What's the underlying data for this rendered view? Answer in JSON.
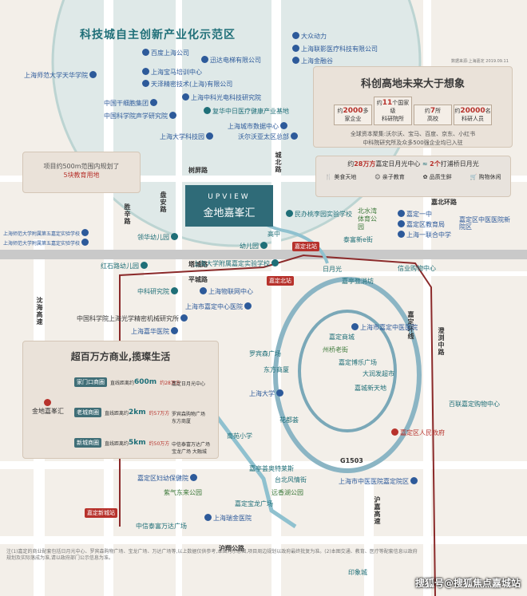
{
  "zone": {
    "title": "科技城自主创新产业化示范区",
    "companies": [
      "百度上海公司",
      "迅达电梯有限公司",
      "上海宝马培训中心",
      "天泽精密技术(上海)有限公司",
      "上海中科光电科技研究院",
      "中国干细胞集团",
      "复华中日医疗健康产业基地",
      "中国科学院声学研究院",
      "上海城市数据中心",
      "上海大学科技园",
      "沃尔沃亚太区总部",
      "大众动力",
      "上海联影医疗科技有限公司",
      "上海金融谷",
      "上海师范大学天华学院"
    ]
  },
  "science_card": {
    "title": "科创高地未来大于想象",
    "source_note": "数据来源:上海嘉定 2019.09.11",
    "stats": [
      {
        "pre": "约",
        "num": "2000",
        "post": "多",
        "label": "家企业"
      },
      {
        "pre": "约",
        "num": "11",
        "post": "个国家级",
        "label": "科研院所"
      },
      {
        "pre": "约",
        "num": "7",
        "post": "所",
        "label": "高校"
      },
      {
        "pre": "约",
        "num": "20000",
        "post": "名",
        "label": "科研人员"
      }
    ],
    "line1": "全球资本聚集:沃尔沃、宝马、百度、京东、小红书",
    "line2": "中科院研究所及众多500强企业均已入驻"
  },
  "edu_card": {
    "line1": "项目约500m范围内规划了",
    "line2": "5块教育用地"
  },
  "mall_card": {
    "title_pre": "约",
    "title_num": "28万方",
    "title_post": "嘉定日月光中心",
    "count": "2个",
    "count_post": "打浦桥日月光",
    "features": [
      "美食天地",
      "亲子教育",
      "品质生鲜",
      "购物休闲"
    ]
  },
  "commerce_card": {
    "title": "超百万方商业,揽璨生活",
    "project": "金地嘉峯汇",
    "rows": [
      {
        "zone": "家门口商圈",
        "dist_pre": "直线距离约",
        "dist": "600m",
        "area": "约28万方",
        "malls": "嘉定日月光中心"
      },
      {
        "zone": "老城商圈",
        "dist_pre": "直线距离约",
        "dist": "2km",
        "area": "约57万方",
        "malls": "罗宾森购物广场\n东方商厦"
      },
      {
        "zone": "新城商圈",
        "dist_pre": "直线距离约",
        "dist": "5km",
        "area": "约50万方",
        "malls": "中信泰富万达广场\n宝龙广场   大融城"
      }
    ]
  },
  "brand": {
    "en": "UPVIEW",
    "cn": "金地嘉峯汇"
  },
  "roads": {
    "h": [
      "树屏路",
      "塔城路",
      "平城路",
      "G1503",
      "沪翔公路"
    ],
    "v": [
      "盘安路",
      "胜辛路",
      "城北路",
      "沈海高速",
      "澄浏中路",
      "沪嘉高速"
    ],
    "labels": [
      "嘉北环路",
      "嘉定环线",
      "北水湾体育公园"
    ]
  },
  "pois": [
    "民办桃李园实验学校",
    "高中",
    "幼儿园",
    "嘉定一中",
    "嘉定区教育局",
    "嘉定区中医医院新院区",
    "上海一联合中学",
    "泰富新e街",
    "领华幼儿园",
    "上海师范大学附属第五嘉定实验学校",
    "嘉定北站",
    "红石路幼儿园",
    "上海大学附属嘉定实验学校",
    "嘉定北站",
    "日月光",
    "信业购物中心",
    "嘉亭登消坊",
    "中科研究院",
    "上海物联网中心",
    "上海市嘉定中心医院",
    "中国科学院上海光学精密机械研究所",
    "上海嘉华医院",
    "上海市嘉定中医医院",
    "嘉定商城",
    "州桥老街",
    "罗宾森广场",
    "嘉定博乐广场",
    "东方商厦",
    "大润发超市",
    "上海大学",
    "嘉城新天地",
    "花都荟",
    "百联嘉定购物中心",
    "南苑小学",
    "嘉定区人民政府",
    "嘉亭荟奥特莱斯",
    "台北风情街",
    "嘉定区妇幼保健院",
    "紫气东来公园",
    "远香湖公园",
    "嘉定宝龙广场",
    "上海瑞金医院",
    "中信泰富万达广场",
    "嘉定新城站",
    "上海市中医医院嘉定院区",
    "印象城"
  ],
  "footer": "注(1)嘉定的商业配套包括日月光中心、罗宾森购物广场、宝龙广场、万达广场等,以上数据仅供参考,本图为示意图,项目周边规划以政府最终批复为准。(2)本图交通、教育、医疗等配套信息以政府规划及实际落成为准,请以政府部门公示信息为准。",
  "watermark": "搜狐号@搜狐焦点嘉城站",
  "colors": {
    "accent": "#1f6f78",
    "red": "#b7322c",
    "blue": "#2d5a9a"
  }
}
